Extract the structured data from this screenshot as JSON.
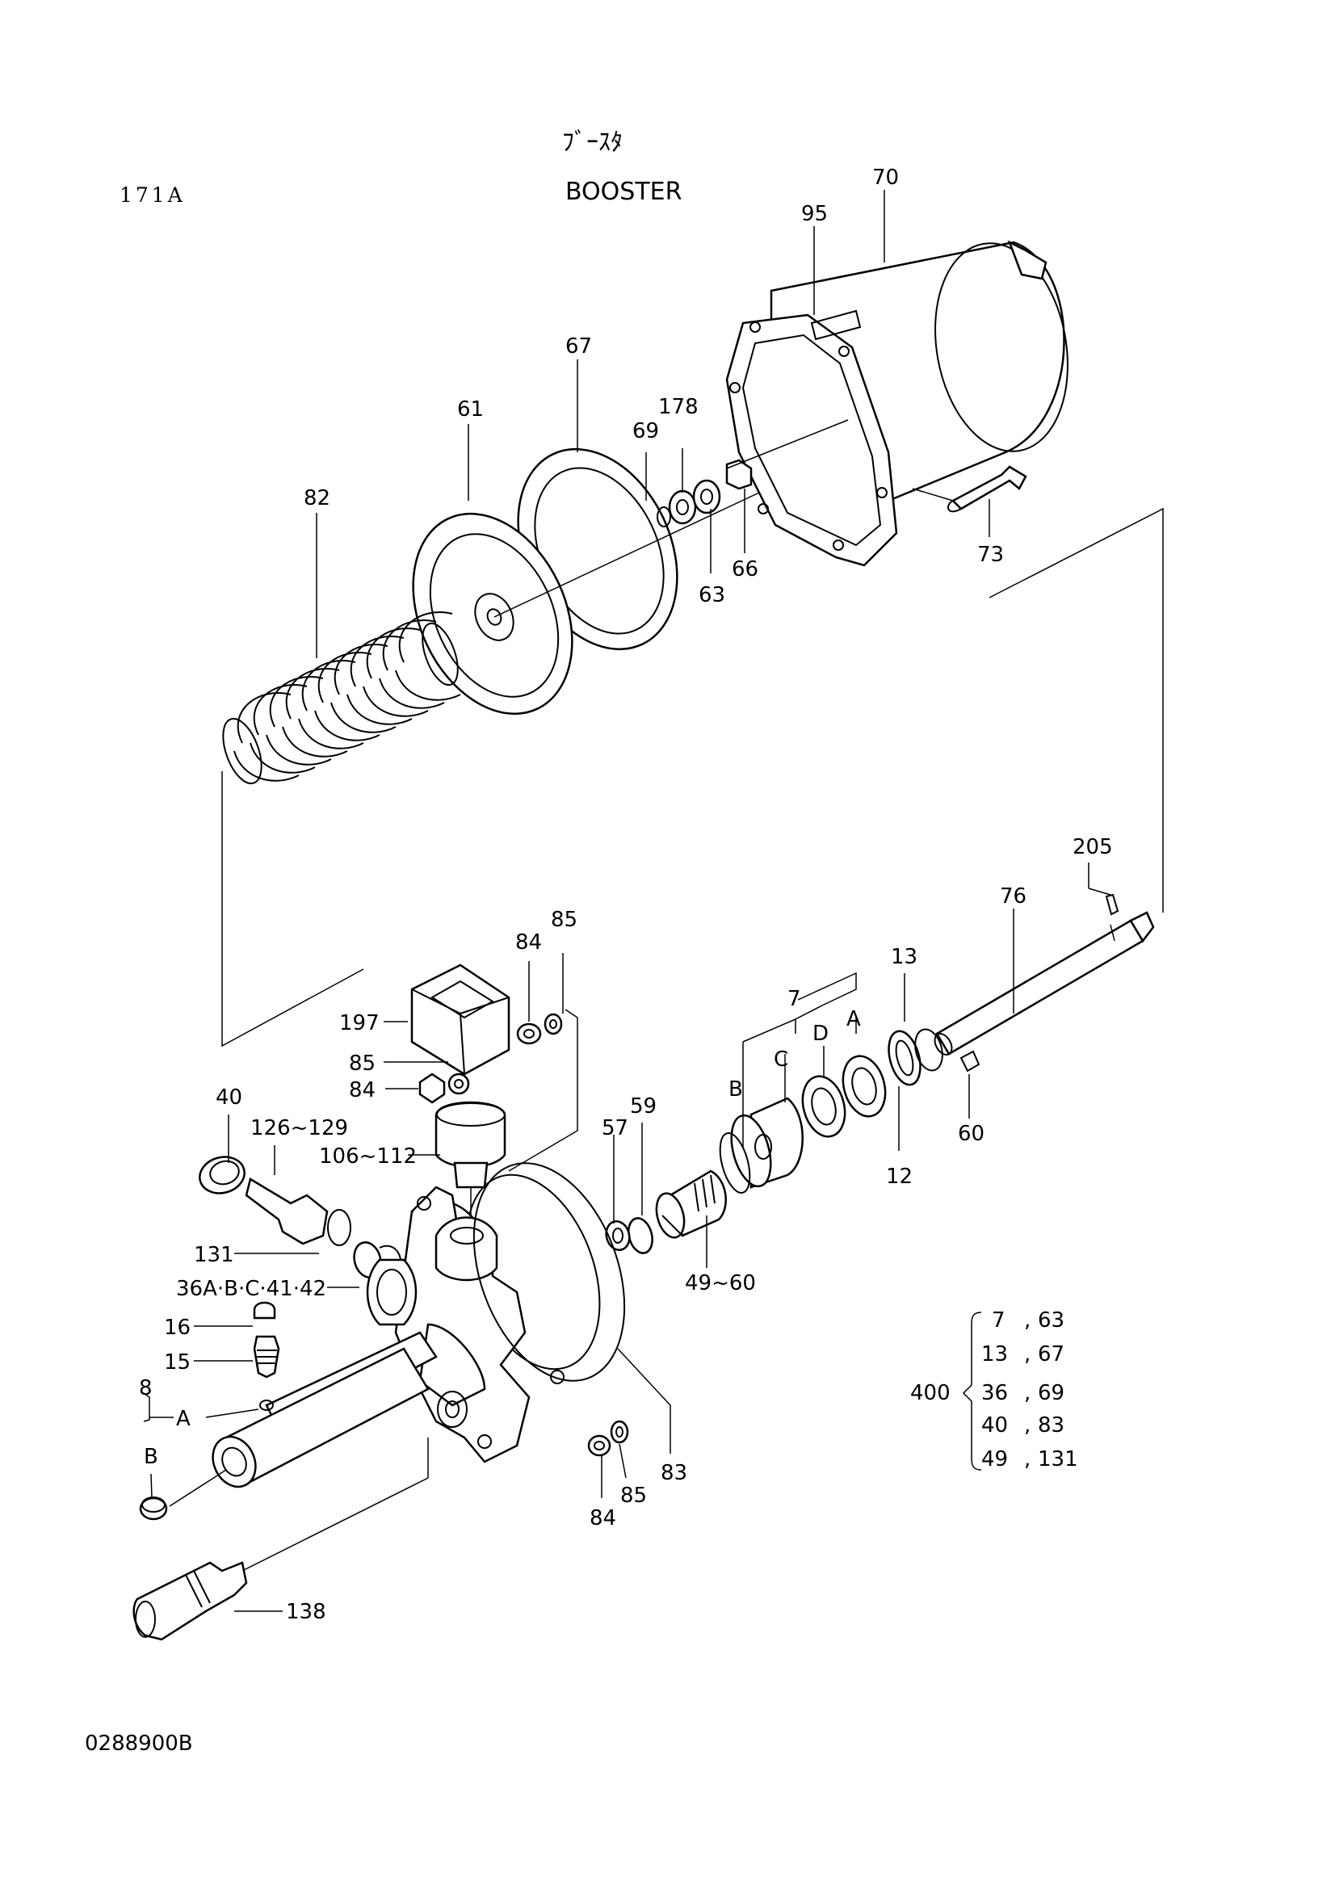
{
  "header": {
    "title_jp": "ﾌﾞｰｽﾀ",
    "title_en": "BOOSTER",
    "figure_code": "171A"
  },
  "footer": {
    "drawing_number": "0288900B"
  },
  "callouts": {
    "p70": "70",
    "p95": "95",
    "p67": "67",
    "p61": "61",
    "p178": "178",
    "p69": "69",
    "p82": "82",
    "p73": "73",
    "p66": "66",
    "p63": "63",
    "p205": "205",
    "p76": "76",
    "p85a": "85",
    "p84a": "84",
    "p197": "197",
    "p85b": "85",
    "p84b": "84",
    "p13": "13",
    "p7": "7",
    "pA": "A",
    "pD": "D",
    "pC": "C",
    "pB": "B",
    "p60": "60",
    "p12": "12",
    "p57": "57",
    "p59": "59",
    "p40": "40",
    "p126": "126~129",
    "p106": "106~112",
    "p131": "131",
    "p36": "36A·B·C·41·42",
    "p49": "49~60",
    "p16": "16",
    "p15": "15",
    "p8": "8",
    "p8A": "A",
    "p8B": "B",
    "p83": "83",
    "p85c": "85",
    "p84c": "84",
    "p138": "138"
  },
  "kit": {
    "number": "400",
    "rows": [
      {
        "left": "7",
        "right": "63"
      },
      {
        "left": "13",
        "right": "67"
      },
      {
        "left": "36",
        "right": "69"
      },
      {
        "left": "40",
        "right": "83"
      },
      {
        "left": "49",
        "right": "131"
      }
    ]
  }
}
